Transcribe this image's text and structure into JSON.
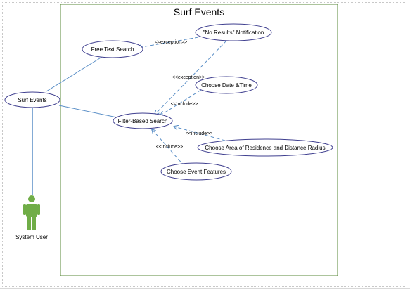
{
  "system": {
    "title": "Surf Events"
  },
  "actors": [
    {
      "id": "system-user",
      "label": "System User"
    }
  ],
  "use_cases": [
    {
      "id": "surf-events",
      "label": "Surf Events"
    },
    {
      "id": "free-text-search",
      "label": "Free Text Search"
    },
    {
      "id": "no-results",
      "label": "\"No Results\" Notification"
    },
    {
      "id": "choose-date-time",
      "label": "Choose Date &Time"
    },
    {
      "id": "filter-based-search",
      "label": "Filter-Based Search"
    },
    {
      "id": "choose-area",
      "label": "Choose Area of Residence and Distance Radius"
    },
    {
      "id": "choose-event-features",
      "label": "Choose Event Features"
    }
  ],
  "relationships": {
    "exception_1": "<<exception>>",
    "exception_2": "<<exception>>",
    "include_1": "<<include>>",
    "include_2": "<<include>>",
    "include_3": "<<include>>"
  },
  "colors": {
    "boundary": "#5a8a3a",
    "ellipse_stroke": "#3f3f8f",
    "association": "#5b8fc7",
    "dependency": "#5b8fc7",
    "actor": "#70ad47",
    "text": "#000000"
  }
}
